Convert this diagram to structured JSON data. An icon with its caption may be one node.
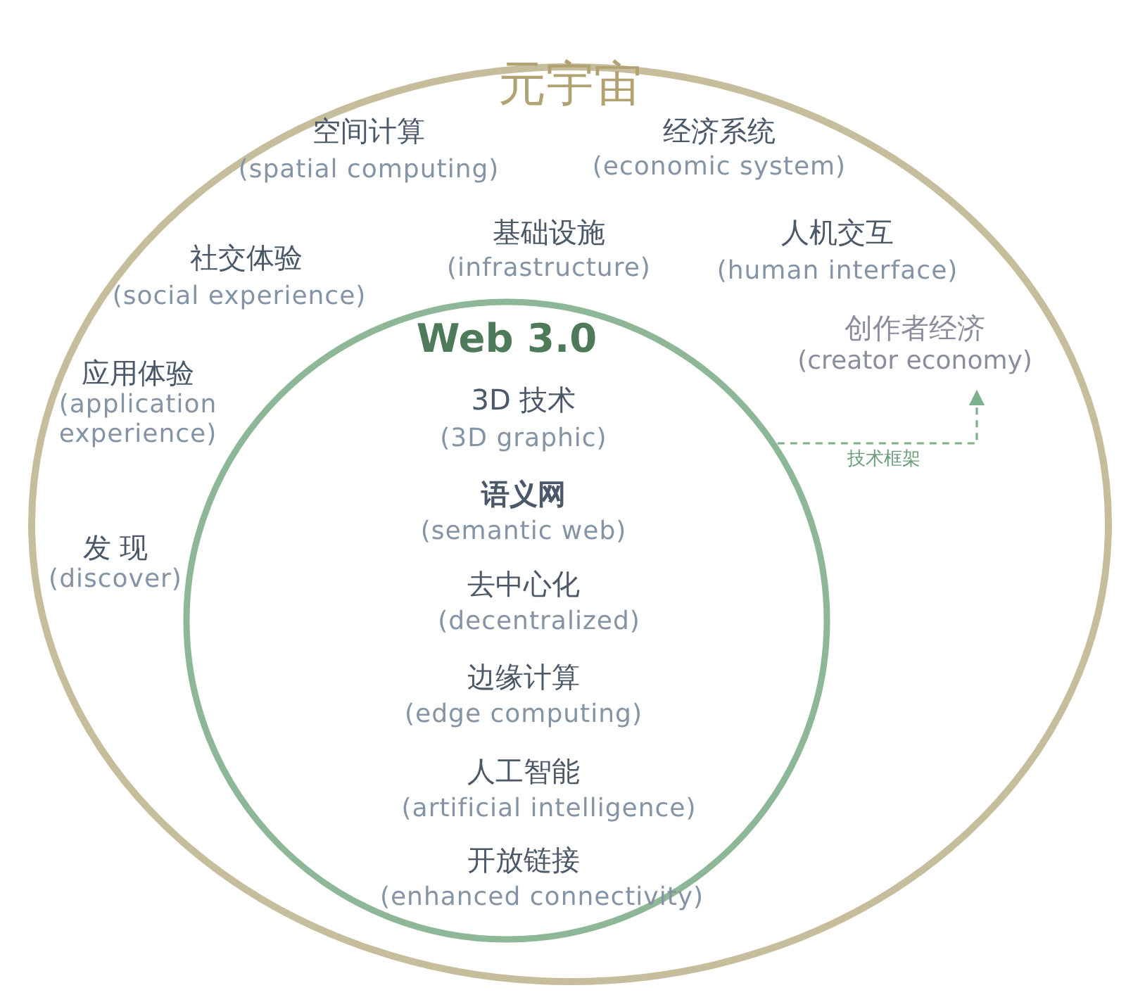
{
  "diagram": {
    "nodes": [
      {
        "text": [
          "元宇宙"
        ]
      },
      {
        "text": [
          "Web 3.0"
        ],
        "in": 0
      },
      {
        "text": [
          "创作者经济",
          "(creator economy)"
        ],
        "in": 0
      }
    ],
    "edges": [
      {
        "from": 1,
        "to": 2,
        "arrow": "to",
        "style": "dashed",
        "label": "技术框架"
      }
    ],
    "labels": [
      "空间计算",
      "(spatial computing)",
      "经济系统",
      "(economic system)",
      "社交体验",
      "(social experience)",
      "基础设施",
      "(infrastructure)",
      "人机交互",
      "(human interface)",
      "应用体验",
      "(application experience)",
      "3D 技术",
      "(3D graphic)",
      "语义网",
      "(semantic web)",
      "发 现",
      "(discover)",
      "去中心化",
      "(decentralized)",
      "边缘计算",
      "(edge computing)",
      "人工智能",
      "(artificial intelligence)",
      "开放链接",
      "(enhanced connectivity)"
    ]
  }
}
